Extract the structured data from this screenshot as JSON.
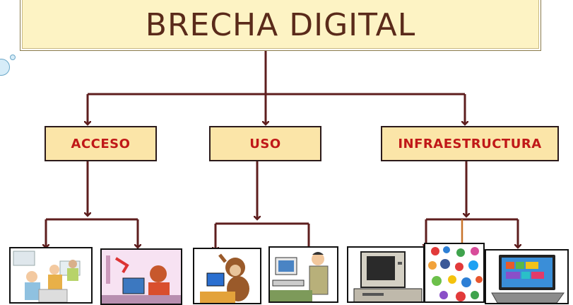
{
  "title": "BRECHA DIGITAL",
  "categories": [
    {
      "label": "ACCESO"
    },
    {
      "label": "USO"
    },
    {
      "label": "INFRAESTRUCTURA"
    }
  ],
  "images": [
    {
      "subject": "people-using-computers-icon"
    },
    {
      "subject": "person-at-computer-icon"
    },
    {
      "subject": "confused-monkey-at-laptop-icon"
    },
    {
      "subject": "man-typing-at-computer-icon"
    },
    {
      "subject": "old-desktop-computer-icon"
    },
    {
      "subject": "social-media-icons-cluster-icon"
    },
    {
      "subject": "laptop-icon"
    }
  ],
  "colors": {
    "line": "#5e1e1e",
    "node_fill": "#fbe5a8",
    "node_text": "#c01818",
    "title_fill": "#fdf3c4",
    "title_text": "#5a2a1a"
  }
}
